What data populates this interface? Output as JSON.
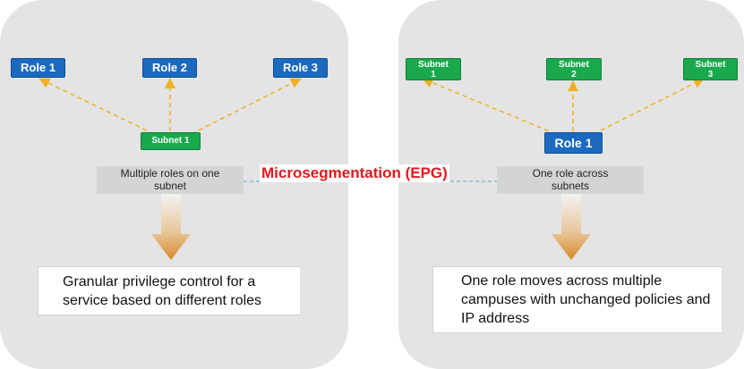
{
  "title": "Microsegmentation (EPG)",
  "left": {
    "roles": [
      "Role 1",
      "Role 2",
      "Role 3"
    ],
    "subnet": "Subnet 1",
    "caption": "Multiple roles on one subnet",
    "description": "Granular privilege control for a service based on different roles"
  },
  "right": {
    "subnets": [
      "Subnet 1",
      "Subnet 2",
      "Subnet 3"
    ],
    "role": "Role 1",
    "caption": "One role across subnets",
    "description": "One role moves across multiple campuses with unchanged policies and IP address"
  },
  "colors": {
    "role_box": "#1b6ac0",
    "subnet_box": "#1aa84c",
    "arrow": "#f0b020",
    "title": "#e6161b",
    "panel": "#e4e4e4"
  }
}
